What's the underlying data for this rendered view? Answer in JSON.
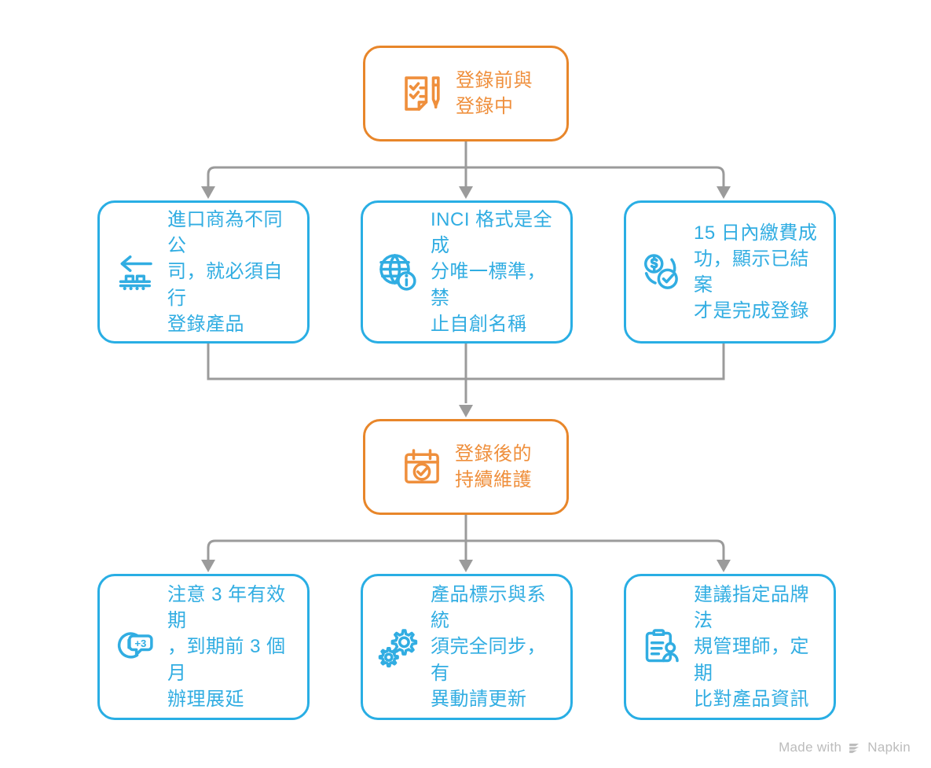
{
  "diagram": {
    "title_flow": "Cosmetic product registration flow",
    "accent_orange": "#e8862a",
    "accent_blue": "#29aee4",
    "connector_gray": "#9b9b9b",
    "stages": [
      {
        "id": "stage-before-during",
        "kind": "stage",
        "icon": "clipboard-checklist-pen-icon",
        "label": "登錄前與\n登錄中"
      },
      {
        "id": "stage-after",
        "kind": "stage",
        "icon": "calendar-check-icon",
        "label": "登錄後的\n持續維護"
      }
    ],
    "group_one": [
      {
        "id": "item-importer",
        "icon": "conveyor-import-icon",
        "label": "進口商為不同公\n司，就必須自行\n登錄產品"
      },
      {
        "id": "item-inci",
        "icon": "globe-info-icon",
        "label": "INCI 格式是全成\n分唯一標準，禁\n止自創名稱"
      },
      {
        "id": "item-payment",
        "icon": "money-check-icon",
        "label": "15 日內繳費成\n功，顯示已結案\n才是完成登錄"
      }
    ],
    "group_two": [
      {
        "id": "item-validity",
        "icon": "clock-plus-three-icon",
        "label": "注意 3 年有效期\n，到期前 3 個月\n辦理展延"
      },
      {
        "id": "item-sync",
        "icon": "gears-icon",
        "label": "產品標示與系統\n須完全同步，有\n異動請更新"
      },
      {
        "id": "item-manager",
        "icon": "clipboard-person-icon",
        "label": "建議指定品牌法\n規管理師，定期\n比對產品資訊"
      }
    ]
  },
  "footer": {
    "made_with": "Made with",
    "brand": "Napkin",
    "logo_icon": "napkin-logo-icon"
  }
}
